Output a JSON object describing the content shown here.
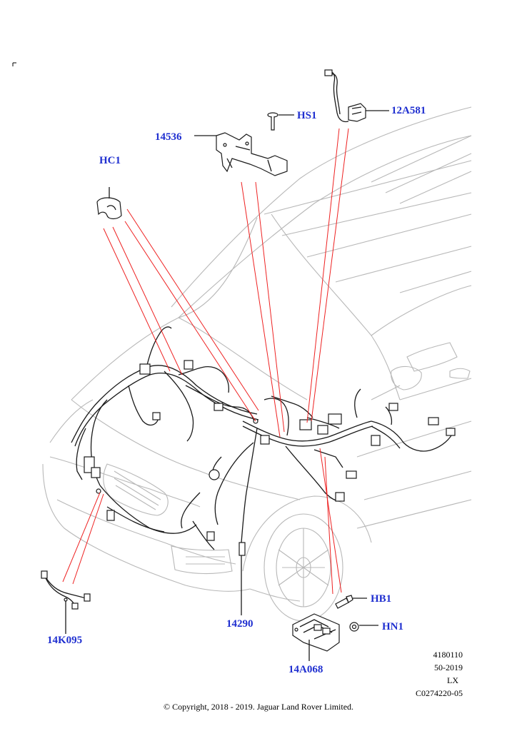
{
  "callouts": {
    "hs1": "HS1",
    "p12a581": "12A581",
    "p14536": "14536",
    "hc1": "HC1",
    "hb1": "HB1",
    "hn1": "HN1",
    "p14k095": "14K095",
    "p14290": "14290",
    "p14a068": "14A068"
  },
  "meta": {
    "illustration_number": "4180110",
    "date_code": "50-2019",
    "model": "LX",
    "catalogue_ref": "C0274220-05"
  },
  "copyright": "© Copyright, 2018 - 2019. Jaguar Land Rover Limited.",
  "colors": {
    "callout_text": "#1f2fd0",
    "leader_line": "#ee2222",
    "car_outline": "#b8b8b8",
    "harness": "#1a1a1a"
  }
}
